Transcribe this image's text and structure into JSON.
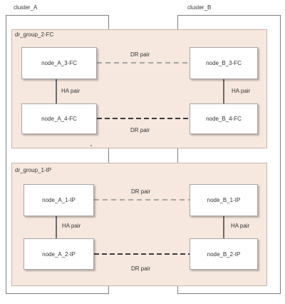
{
  "clusters": {
    "a": {
      "label": "cluster_A"
    },
    "b": {
      "label": "cluster_B"
    }
  },
  "groups": [
    {
      "label": "dr_group_2-FC",
      "nodes": {
        "a_top": "node_A_3-FC",
        "a_bottom": "node_A_4-FC",
        "b_top": "node_B_3-FC",
        "b_bottom": "node_B_4-FC"
      },
      "dr_top_label": "DR pair",
      "dr_bottom_label": "DR pair",
      "ha_a_label": "HA pair",
      "ha_b_label": "HA pair"
    },
    {
      "label": "dr_group_1-IP",
      "nodes": {
        "a_top": "node_A_1-IP",
        "a_bottom": "node_A_2-IP",
        "b_top": "node_B_1-IP",
        "b_bottom": "node_B_2-IP"
      },
      "dr_top_label": "DR pair",
      "dr_bottom_label": "DR pair",
      "ha_a_label": "HA pair",
      "ha_b_label": "HA pair"
    }
  ],
  "colors": {
    "group_fill": "#f6e8df",
    "cluster_border": "#7f7f7f",
    "line_top": "#7f7f7f",
    "line_bottom": "#222222"
  }
}
